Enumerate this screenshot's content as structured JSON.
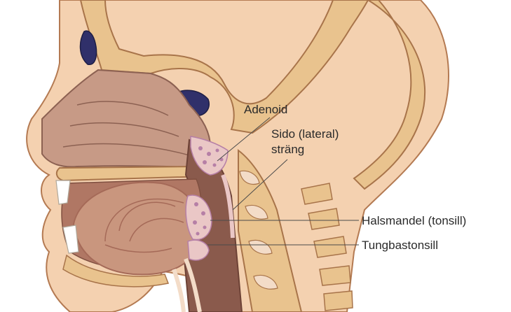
{
  "labels": {
    "adenoid": "Adenoid",
    "lateral_line1": "Sido (lateral)",
    "lateral_line2": "sträng",
    "tonsil": "Halsmandel (tonsill)",
    "lingual": "Tungbastonsill"
  },
  "colors": {
    "skin": "#f4d1b0",
    "skin_outline": "#b47a52",
    "bone": "#e9c38e",
    "bone_outline": "#a8744a",
    "nasal_cavity": "#c79a86",
    "nasal_line": "#8c6152",
    "sinus": "#30306a",
    "tongue": "#c9967e",
    "tongue_shade": "#a56a58",
    "pharynx": "#8a5a4c",
    "tonsil_tissue": "#eac7c6",
    "tonsil_dots": "#b67fa6",
    "spine_disc": "#f3dcc8",
    "leader_line": "#4a4a4a"
  }
}
